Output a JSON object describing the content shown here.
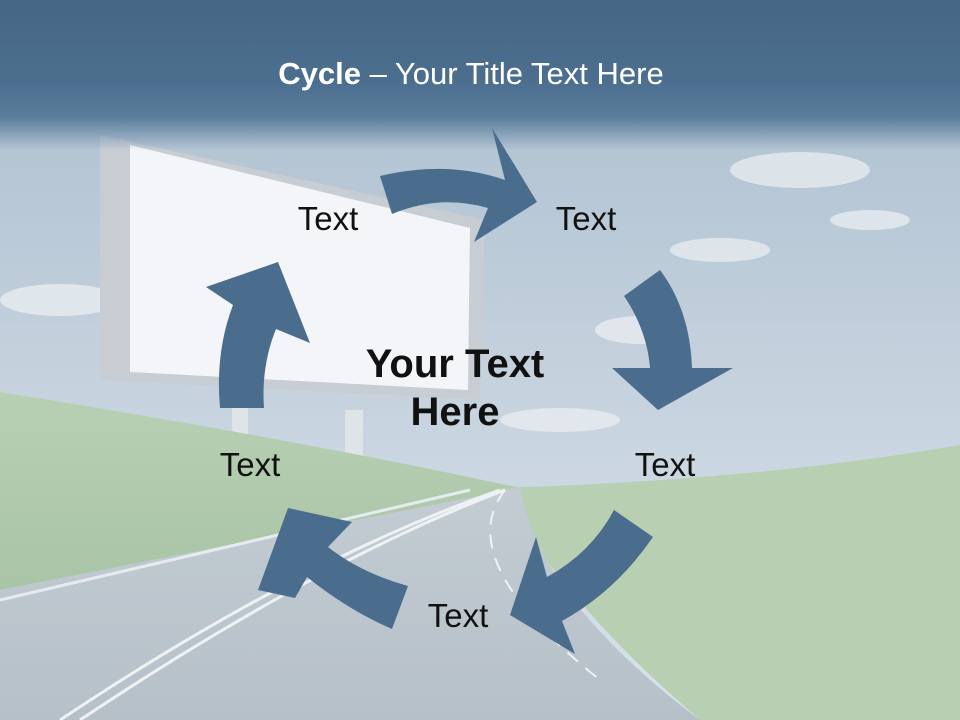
{
  "slide": {
    "title_bold": "Cycle",
    "title_rest": " – Your Title Text Here",
    "center_line1": "Your Text",
    "center_line2": "Here",
    "labels": [
      "Text",
      "Text",
      "Text",
      "Text",
      "Text"
    ]
  },
  "colors": {
    "arrow": "#4a6d8e",
    "title_bar": "#4a6b8a",
    "title_text": "#ffffff",
    "label_text": "#111111"
  }
}
